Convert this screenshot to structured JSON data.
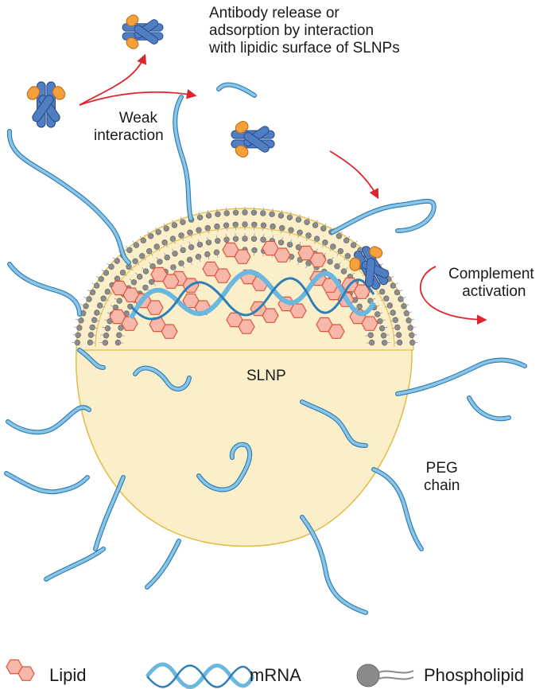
{
  "labels": {
    "antibody_release": [
      "Antibody release or",
      "adsorption by interaction",
      "with lipidic surface of SLNPs"
    ],
    "weak_interaction": [
      "Weak",
      "interaction"
    ],
    "complement_activation": [
      "Complement",
      "activation"
    ],
    "slnp": "SLNP",
    "peg_chain": [
      "PEG",
      "chain"
    ]
  },
  "legend": {
    "lipid": "Lipid",
    "mrna": "mRNA",
    "phospholipid": "Phospholipid"
  },
  "colors": {
    "peg": "#8cc6e6",
    "peg_outline": "#2f7fb6",
    "core_fill": "#fbefc9",
    "core_outline": "#e2bb45",
    "lipid_fill": "#f7b8aa",
    "lipid_outline": "#e0533f",
    "antibody_blue": "#4f7fc2",
    "antibody_orange": "#f3a03d",
    "arrow_red": "#e0242d",
    "phospholipid_head": "#8a8a8a"
  }
}
